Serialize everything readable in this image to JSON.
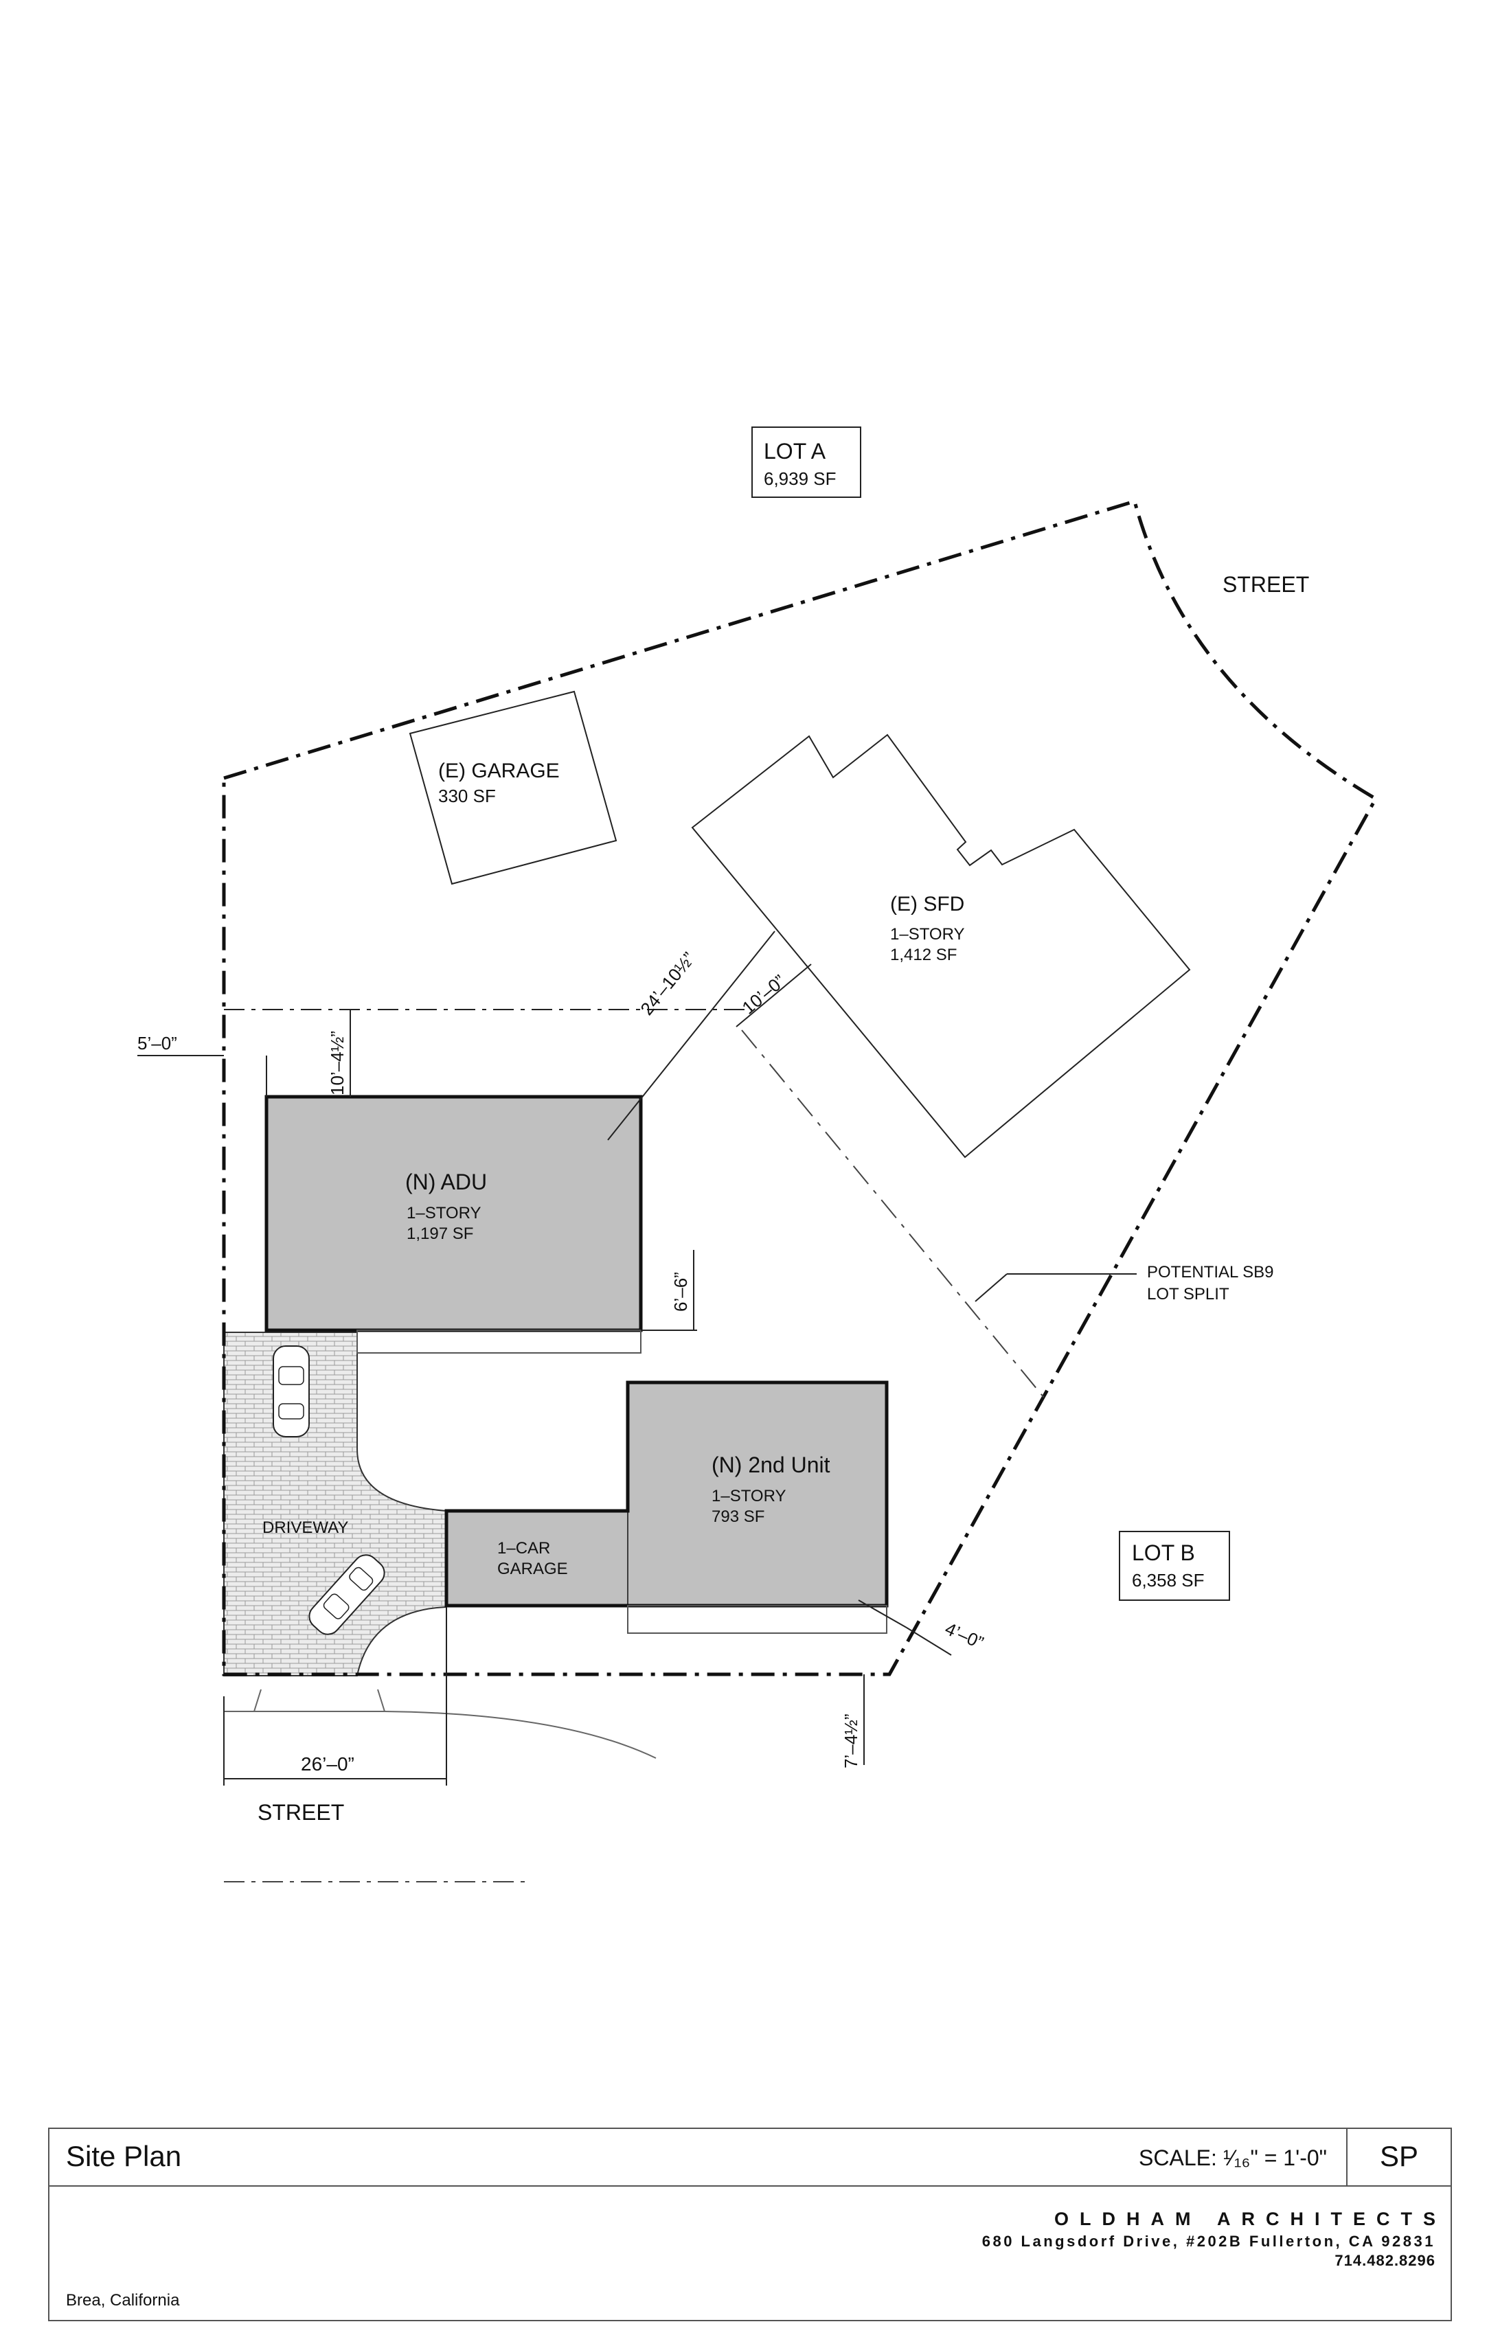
{
  "drawing": {
    "lot_a": {
      "name": "LOT A",
      "area": "6,939  SF"
    },
    "lot_b": {
      "name": "LOT B",
      "area": "6,358  SF"
    },
    "street_top": "STREET",
    "street_bottom": "STREET",
    "existing_garage": {
      "name": "(E) GARAGE",
      "area": "330  SF"
    },
    "existing_sfd": {
      "name": "(E) SFD",
      "stories": "1–STORY",
      "area": "1,412  SF"
    },
    "new_adu": {
      "name": "(N) ADU",
      "stories": "1–STORY",
      "area": "1,197  SF"
    },
    "new_unit": {
      "name": "(N) 2nd Unit",
      "stories": "1–STORY",
      "area": "793  SF"
    },
    "garage_1car": {
      "line1": "1–CAR",
      "line2": "GARAGE"
    },
    "driveway": "DRIVEWAY",
    "lot_split": {
      "line1": "POTENTIAL  SB9",
      "line2": "LOT  SPLIT"
    },
    "dimensions": {
      "d_5ft": "5’–0”",
      "d_10ft_4half": "10’–4½”",
      "d_24ft_10half": "24’–10½”",
      "d_10ft": "10’–0”",
      "d_6ft_6": "6’–6”",
      "d_4ft": "4’–0”",
      "d_7ft_4half": "7’–4½”",
      "d_26ft": "26’–0”"
    }
  },
  "title_block": {
    "title": "Site Plan",
    "scale": "SCALE: ¹⁄₁₆\" = 1'-0\"",
    "sheet": "SP",
    "location": "Brea, California",
    "firm_name": "OLDHAM ARCHITECTS",
    "firm_address": "680 Langsdorf Drive, #202B Fullerton, CA 92831",
    "firm_phone": "714.482.8296"
  },
  "colors": {
    "new_building_fill": "#c0c0c0",
    "line": "#111111",
    "driveway_fill": "#ececec"
  }
}
